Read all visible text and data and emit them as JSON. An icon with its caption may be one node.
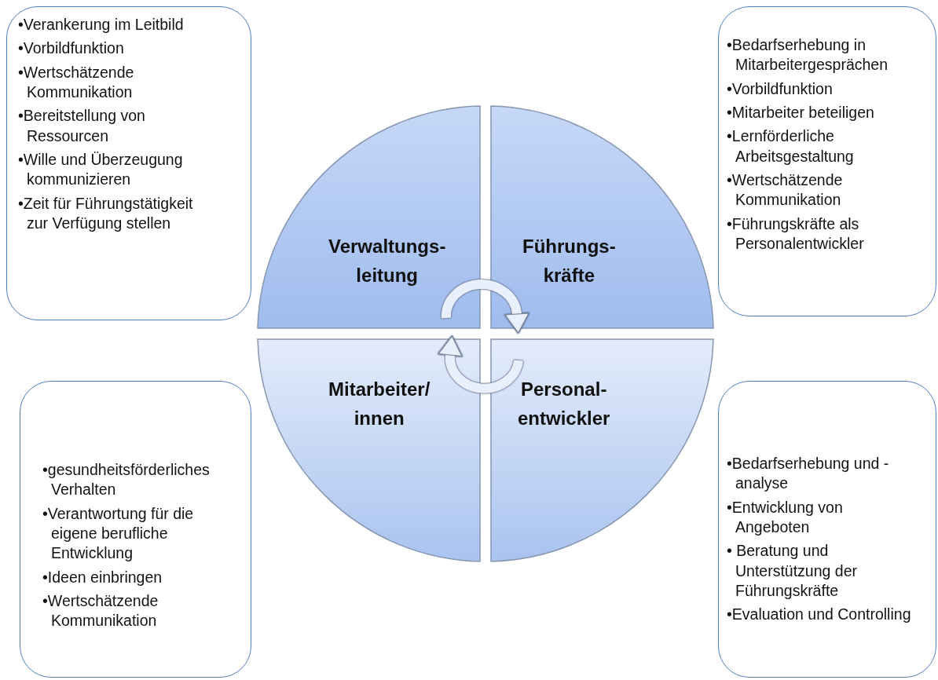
{
  "diagram": {
    "nodes": [
      {
        "text": [
          "•Verankerung im Leitbild",
          "•Vorbildfunktion",
          "•Wertschätzende Kommunikation",
          "•Bereitstellung von Ressourcen",
          "•Wille und Überzeugung kommunizieren",
          "•Zeit für Führungstätigkeit zur Verfügung stellen"
        ]
      },
      {
        "text": [
          "•Bedarfserhebung in Mitarbeitergesprächen",
          "•Vorbildfunktion",
          "•Mitarbeiter beteiligen",
          "•Lernförderliche Arbeitsgestaltung",
          "•Wertschätzende Kommunikation",
          "•Führungskräfte als Personalentwickler"
        ]
      },
      {
        "text": [
          "Verwaltungs- leitung"
        ]
      },
      {
        "text": [
          "Führungs- kräfte"
        ]
      },
      {
        "text": [
          "Mitarbeiter/ innen"
        ]
      },
      {
        "text": [
          "Personal- entwickler"
        ]
      },
      {
        "text": [
          "•gesundheitsförderliches Verhalten",
          "•Verantwortung für die eigene berufliche Entwicklung",
          "•Ideen einbringen",
          "•Wertschätzende Kommunikation"
        ]
      },
      {
        "text": [
          "•Bedarfserhebung und - analyse",
          "•Entwicklung von Angeboten",
          "• Beratung und Unterstützung der Führungskräfte",
          "•Evaluation und Controlling"
        ]
      }
    ],
    "edges": [
      {
        "from": 2,
        "to": 3,
        "arrow": "to"
      },
      {
        "from": 5,
        "to": 4,
        "arrow": "to"
      }
    ]
  }
}
